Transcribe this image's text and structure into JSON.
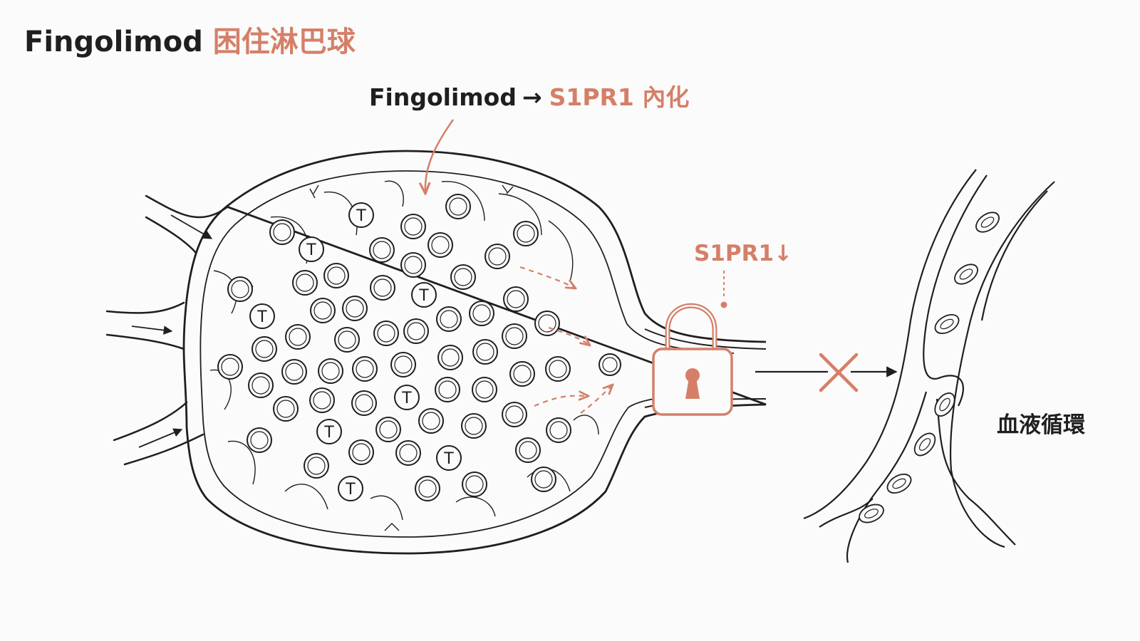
{
  "title": {
    "drug": "Fingolimod",
    "caption": "困住淋巴球"
  },
  "mechanism_label": {
    "drug": "Fingolimod",
    "arrow": "→",
    "effect": "S1PR1 內化"
  },
  "receptor_label": "S1PR1↓",
  "t_cell_mark": "T",
  "blood_label": "血液循環",
  "colors": {
    "ink": "#1f1f1f",
    "accent": "#d57f68",
    "background": "#fbfbfb"
  },
  "icons": [
    "lock-icon",
    "blocked-x-icon"
  ]
}
